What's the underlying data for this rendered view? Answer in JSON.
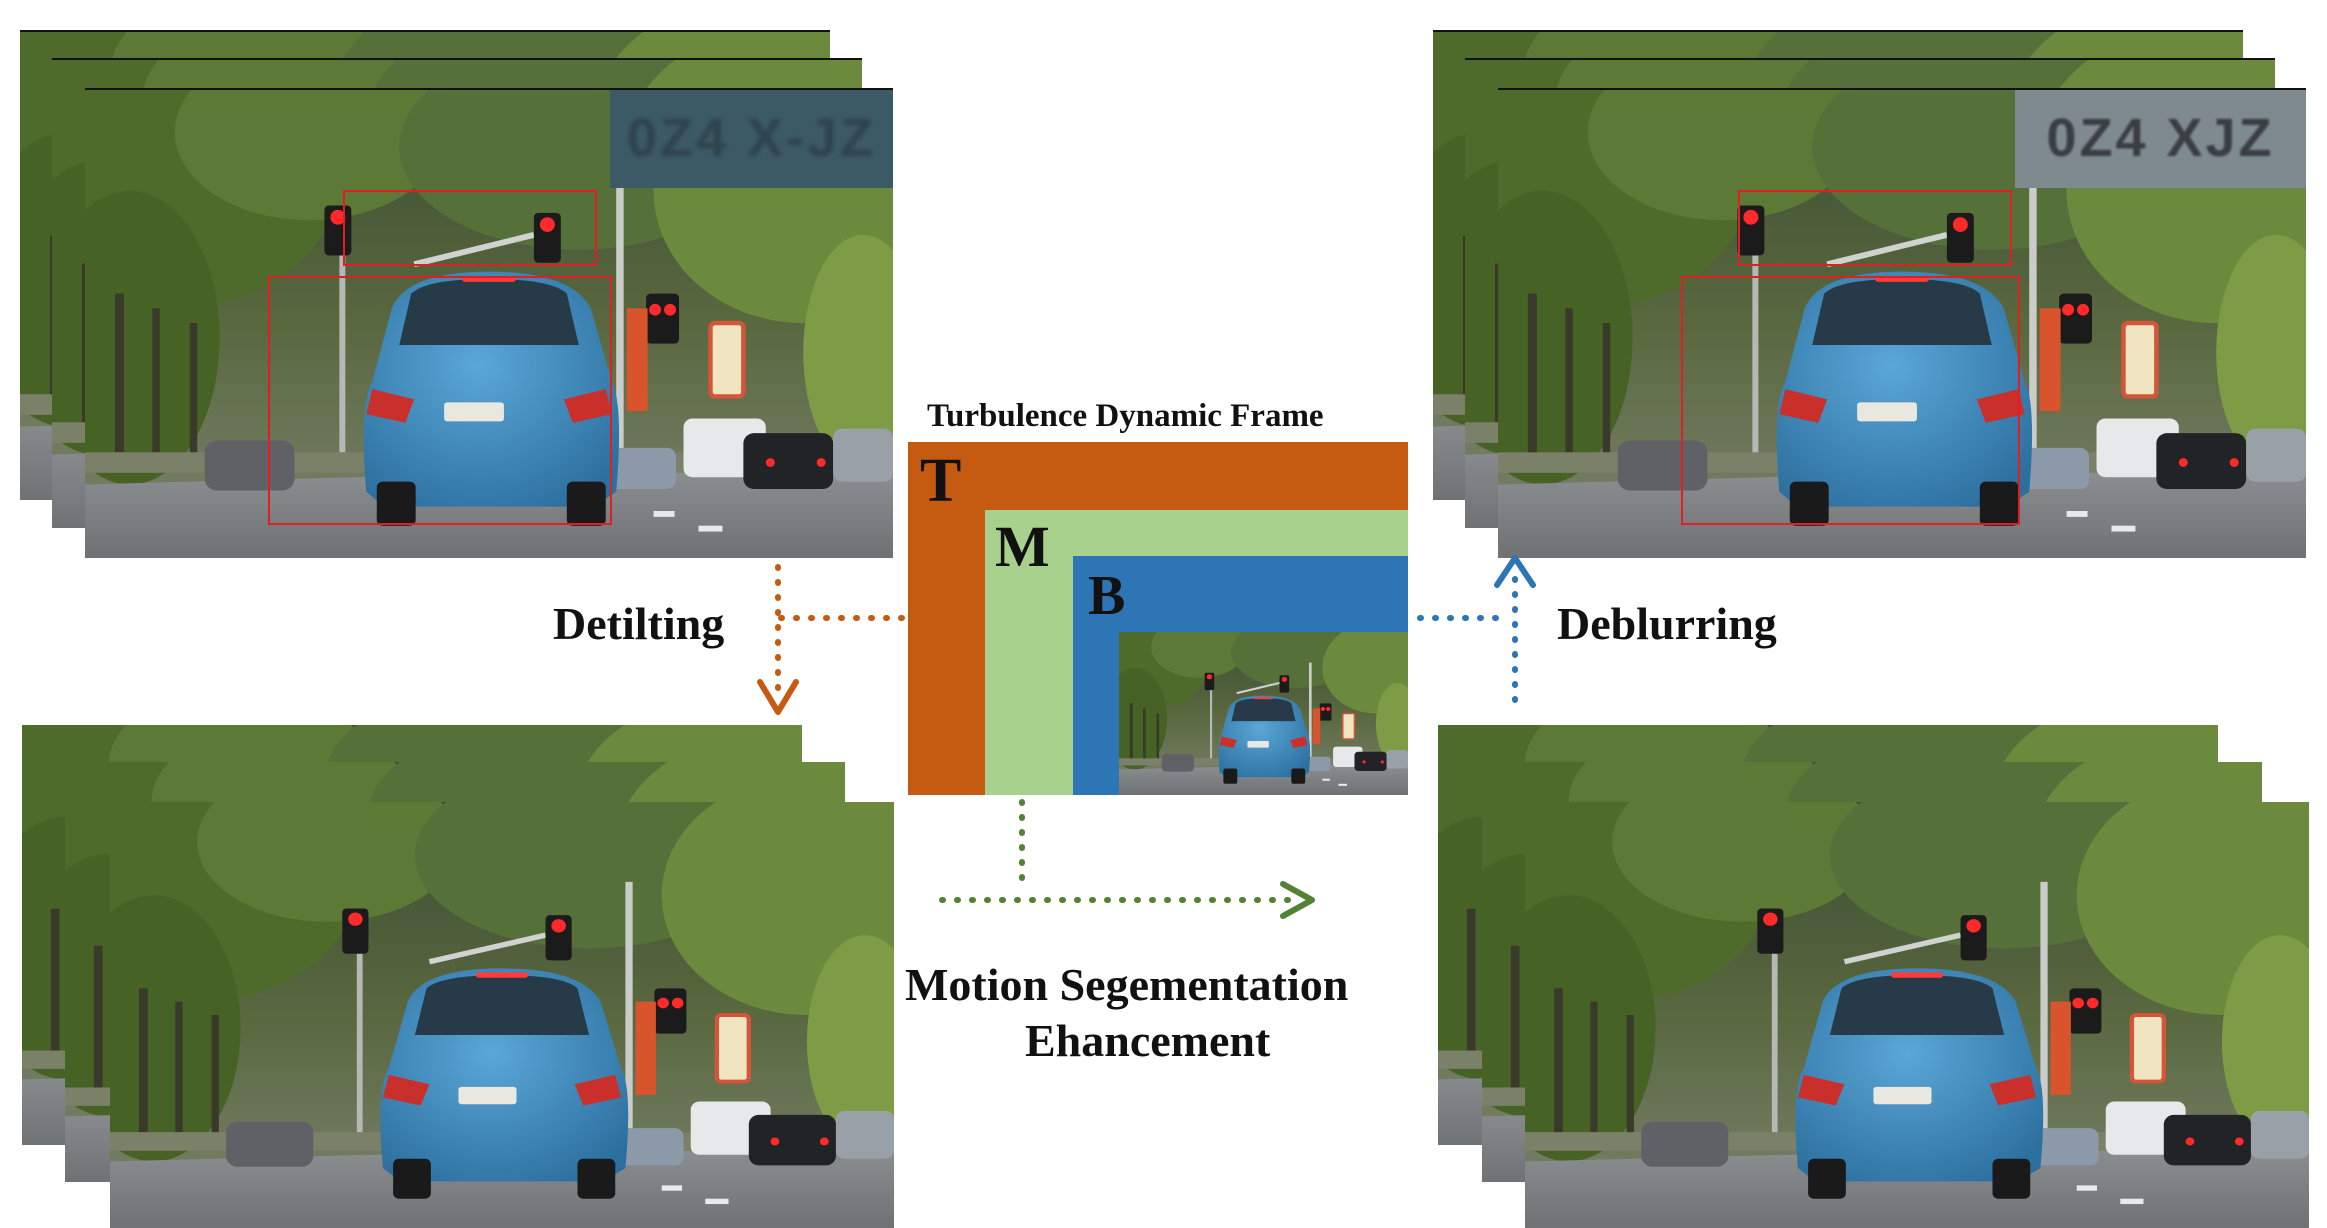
{
  "colors": {
    "orange": "#c55a11",
    "green_light": "#a9d18e",
    "blue": "#2e75b6",
    "green_dark": "#538135",
    "red_box": "#e02020"
  },
  "center": {
    "title": "Turbulence Dynamic Frame",
    "letters": {
      "t": "T",
      "m": "M",
      "b": "B"
    }
  },
  "labels": {
    "detilting": "Detilting",
    "deblurring": "Deblurring",
    "motion_line1": "Motion Segementation",
    "motion_line2": "Ehancement"
  },
  "plates": {
    "top_left": "0Z4 X-JZ",
    "top_right": "0Z4 XJZ"
  },
  "car_plate": "0Z4 XJZ"
}
